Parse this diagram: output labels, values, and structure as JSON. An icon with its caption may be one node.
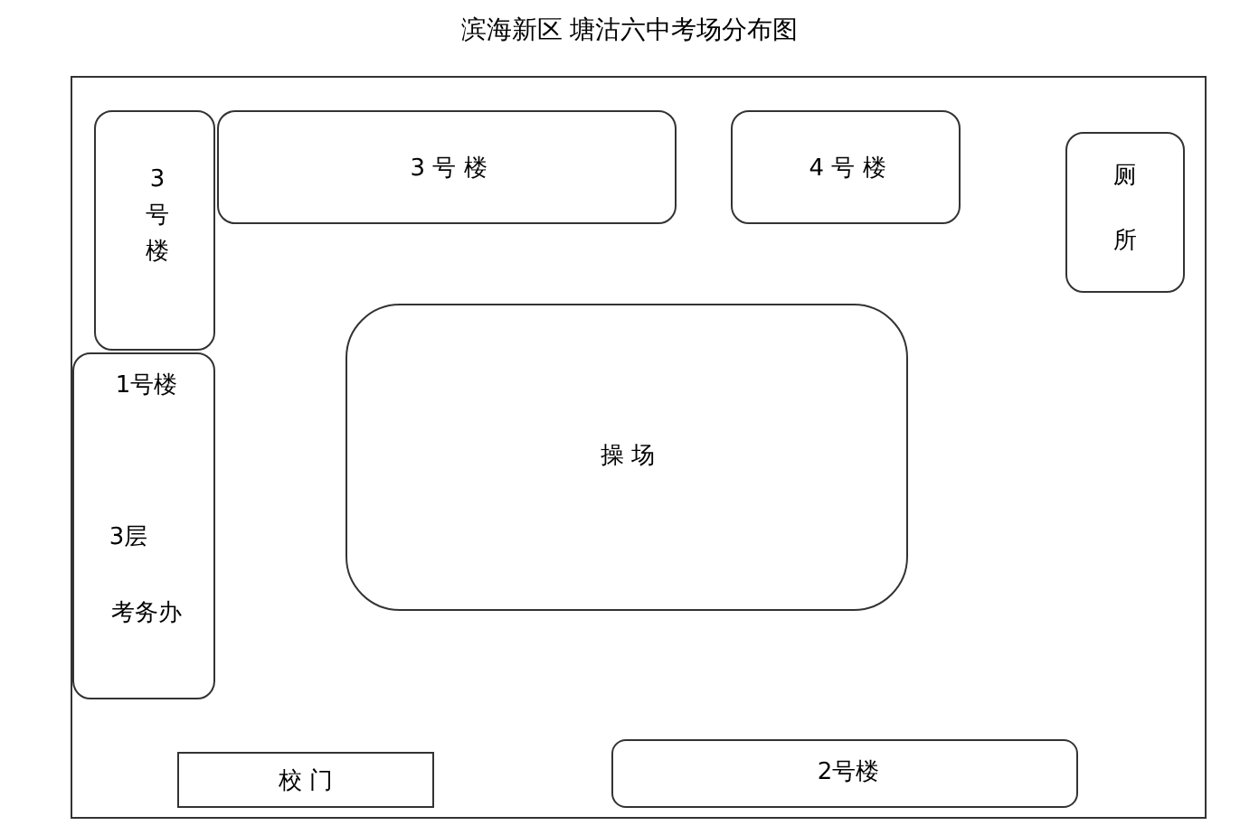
{
  "diagram": {
    "title": "滨海新区 塘沽六中考场分布图",
    "nodes": [
      {
        "text": [],
        "shape": "box"
      },
      {
        "text": [
          "3号楼"
        ],
        "in": 0
      },
      {
        "text": [
          "3 号 楼"
        ],
        "in": 0
      },
      {
        "text": [
          "4 号 楼"
        ],
        "in": 0
      },
      {
        "text": [
          "厕所"
        ],
        "in": 0
      },
      {
        "text": [
          "操 场"
        ],
        "in": 0
      },
      {
        "text": [
          "1号楼",
          "3层",
          "考务办"
        ],
        "in": 0
      },
      {
        "text": [
          "校 门"
        ],
        "in": 0
      },
      {
        "text": [
          "2号楼"
        ],
        "in": 0
      }
    ]
  }
}
